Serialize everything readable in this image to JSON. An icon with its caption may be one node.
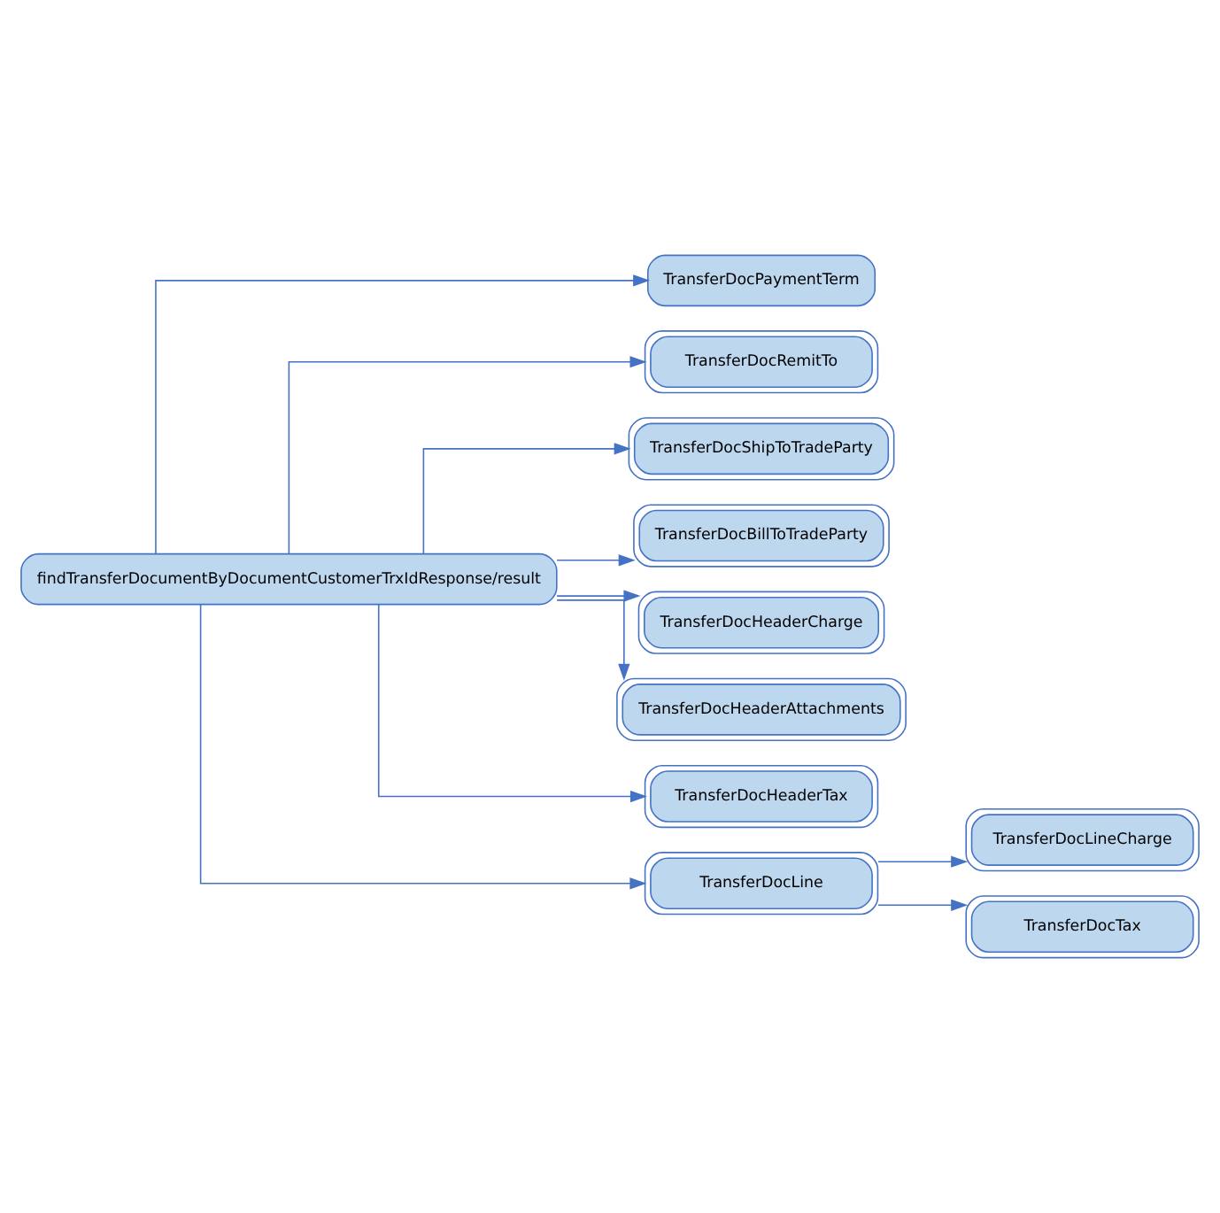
{
  "diagram": {
    "nodes": [
      {
        "text": [
          "findTransferDocumentByDocumentCustomerTrxIdResponse/result"
        ]
      },
      {
        "text": [
          "TransferDocPaymentTerm"
        ]
      },
      {
        "text": [
          "TransferDocRemitTo"
        ]
      },
      {
        "text": [
          "TransferDocShipToTradeParty"
        ]
      },
      {
        "text": [
          "TransferDocBillToTradeParty"
        ]
      },
      {
        "text": [
          "TransferDocHeaderCharge"
        ]
      },
      {
        "text": [
          "TransferDocHeaderAttachments"
        ]
      },
      {
        "text": [
          "TransferDocHeaderTax"
        ]
      },
      {
        "text": [
          "TransferDocLine"
        ]
      },
      {
        "text": [
          "TransferDocLineCharge"
        ]
      },
      {
        "text": [
          "TransferDocTax"
        ]
      }
    ],
    "edges": [
      {
        "from": 0,
        "to": 1,
        "arrow": "to"
      },
      {
        "from": 0,
        "to": 2,
        "arrow": "to"
      },
      {
        "from": 0,
        "to": 3,
        "arrow": "to"
      },
      {
        "from": 0,
        "to": 4,
        "arrow": "to"
      },
      {
        "from": 0,
        "to": 5,
        "arrow": "to"
      },
      {
        "from": 0,
        "to": 6,
        "arrow": "to"
      },
      {
        "from": 0,
        "to": 7,
        "arrow": "to"
      },
      {
        "from": 0,
        "to": 8,
        "arrow": "to"
      },
      {
        "from": 8,
        "to": 9,
        "arrow": "to"
      },
      {
        "from": 8,
        "to": 10,
        "arrow": "to"
      }
    ]
  }
}
